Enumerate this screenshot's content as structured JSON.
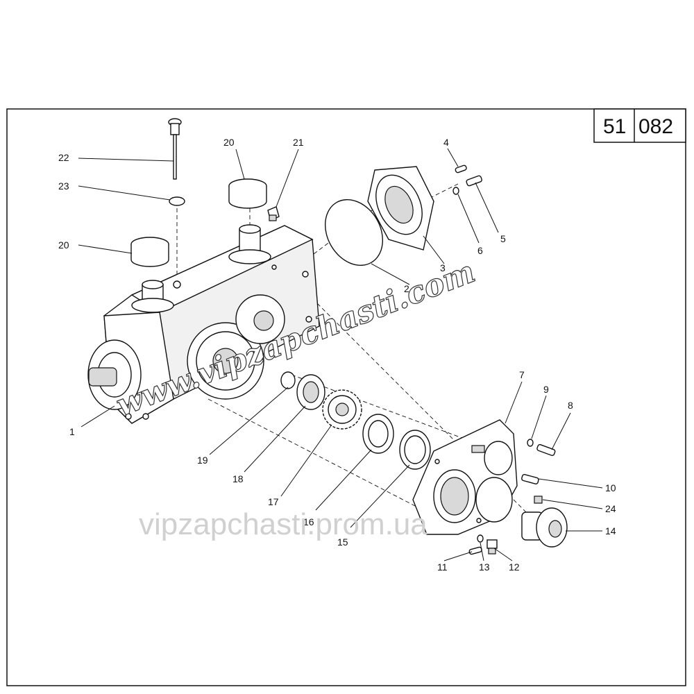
{
  "sheet": {
    "group": "51",
    "number": "082"
  },
  "callouts": {
    "c1": "1",
    "c2": "2",
    "c3": "3",
    "c4": "4",
    "c5": "5",
    "c6": "6",
    "c7": "7",
    "c8": "8",
    "c9": "9",
    "c10": "10",
    "c11": "11",
    "c12": "12",
    "c13": "13",
    "c14": "14",
    "c15": "15",
    "c16": "16",
    "c17": "17",
    "c18": "18",
    "c19": "19",
    "c20a": "20",
    "c20b": "20",
    "c21": "21",
    "c22": "22",
    "c23": "23",
    "c24": "24"
  },
  "watermarks": {
    "diagonal": "www.vipzapchasti.com",
    "horizontal": "vipzapchasti.prom.ua"
  }
}
